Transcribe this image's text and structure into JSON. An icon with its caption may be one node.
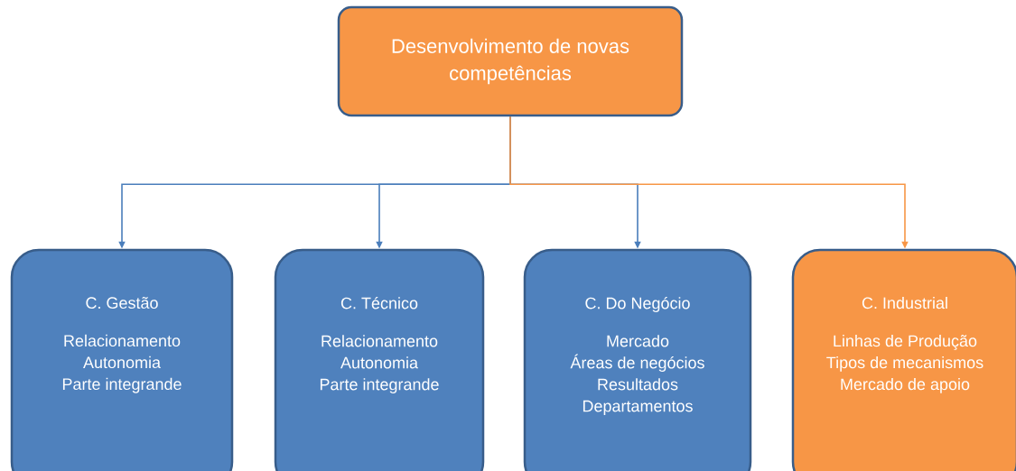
{
  "diagram": {
    "nodes": [
      {
        "text": [
          "Desenvolvimento de novas competências"
        ]
      },
      {
        "text": [
          "C. Gestão",
          "Relacionamento",
          "Autonomia",
          "Parte integrande"
        ]
      },
      {
        "text": [
          "C. Técnico",
          "Relacionamento",
          "Autonomia",
          "Parte integrande"
        ]
      },
      {
        "text": [
          "C. Do Negócio",
          "Mercado",
          "Áreas de negócios",
          "Resultados",
          "Departamentos"
        ]
      },
      {
        "text": [
          "C. Industrial",
          "Linhas de Produção",
          "Tipos de mecanismos",
          "Mercado de apoio"
        ]
      }
    ],
    "edges": [
      {
        "from": 0,
        "to": 1,
        "arrow": "to"
      },
      {
        "from": 0,
        "to": 2,
        "arrow": "to"
      },
      {
        "from": 0,
        "to": 3,
        "arrow": "to"
      },
      {
        "from": 0,
        "to": 4,
        "arrow": "to",
        "color": "#f79646"
      }
    ]
  }
}
